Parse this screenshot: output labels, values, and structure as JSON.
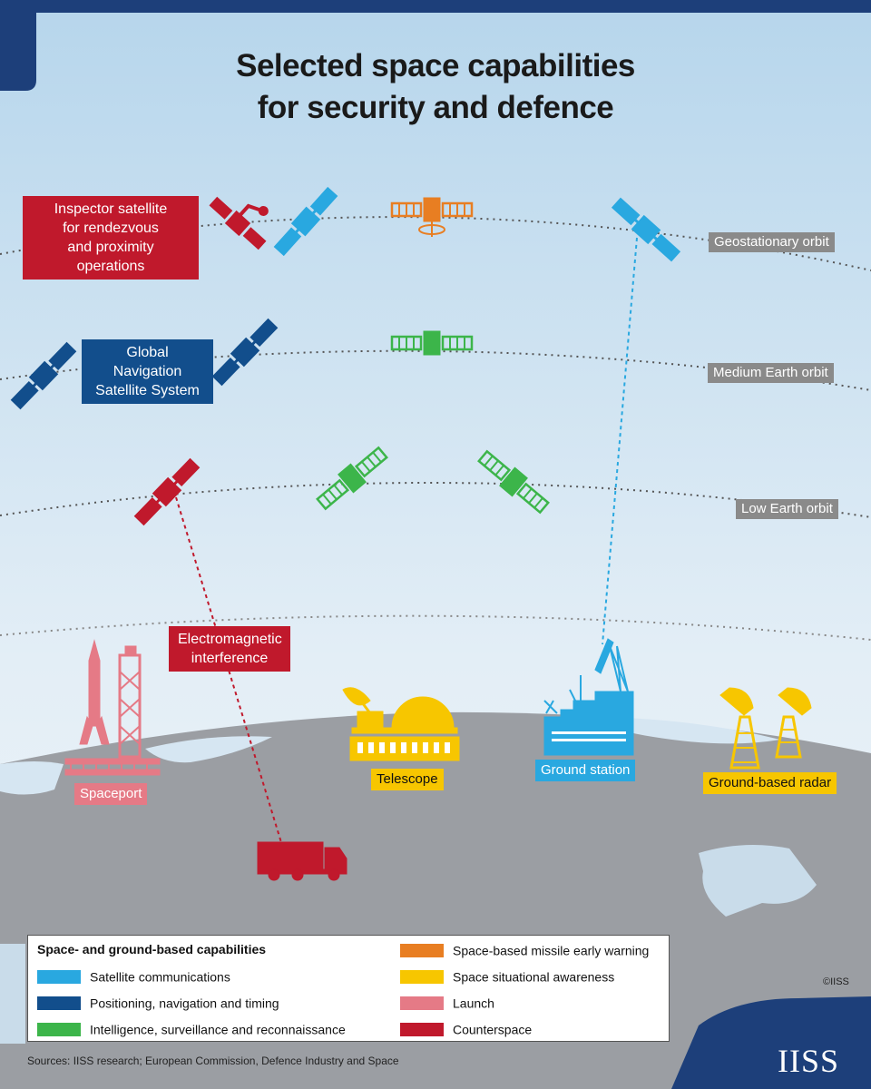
{
  "title": {
    "line1": "Selected space capabilities",
    "line2": "for security and defence"
  },
  "orbits": {
    "geostationary": "Geostationary orbit",
    "medium": "Medium Earth orbit",
    "low": "Low Earth orbit"
  },
  "callouts": {
    "inspector": [
      "Inspector satellite",
      "for rendezvous",
      "and proximity operations"
    ],
    "gnss": [
      "Global Navigation",
      "Satellite System"
    ],
    "emi": [
      "Electromagnetic",
      "interference"
    ]
  },
  "ground": {
    "spaceport": "Spaceport",
    "telescope": "Telescope",
    "ground_station": "Ground station",
    "radar": "Ground-based radar"
  },
  "legend": {
    "title": "Space- and ground-based capabilities",
    "items": [
      {
        "label": "Satellite communications",
        "color": "#29a8e0"
      },
      {
        "label": "Positioning, navigation and timing",
        "color": "#124e8c"
      },
      {
        "label": "Intelligence, surveillance and reconnaissance",
        "color": "#3cb54a"
      },
      {
        "label": "Space-based missile early warning",
        "color": "#e87e22"
      },
      {
        "label": "Space situational awareness",
        "color": "#f7c600"
      },
      {
        "label": "Launch",
        "color": "#e57a86"
      },
      {
        "label": "Counterspace",
        "color": "#c0192c"
      }
    ]
  },
  "sources": "Sources: IISS research; European Commission, Defence Industry and Space",
  "copyright": "©IISS",
  "brand": "IISS",
  "colors": {
    "satcom": "#29a8e0",
    "pnt": "#124e8c",
    "isr": "#3cb54a",
    "warning": "#e87e22",
    "ssa": "#f7c600",
    "launch": "#e57a86",
    "counterspace": "#c0192c",
    "frame": "#1d3f7a",
    "earth": "#9b9ea3",
    "orbit_label": "#8a8a8a"
  }
}
